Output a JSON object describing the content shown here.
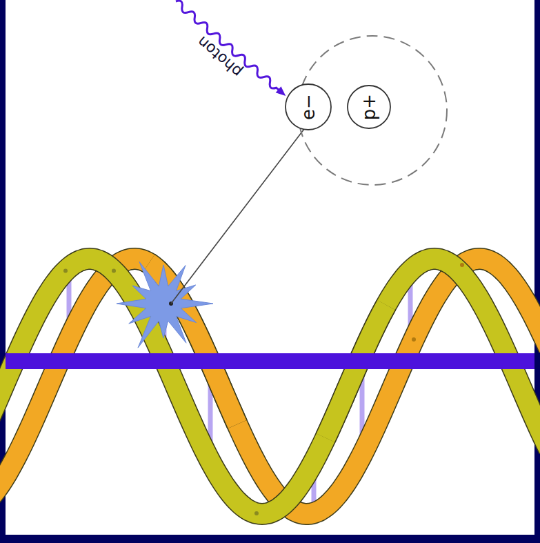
{
  "diagram": {
    "nodes": [
      {
        "text": [
          "e−"
        ]
      },
      {
        "text": [
          "p+"
        ]
      }
    ],
    "labels": [
      "photon"
    ]
  }
}
